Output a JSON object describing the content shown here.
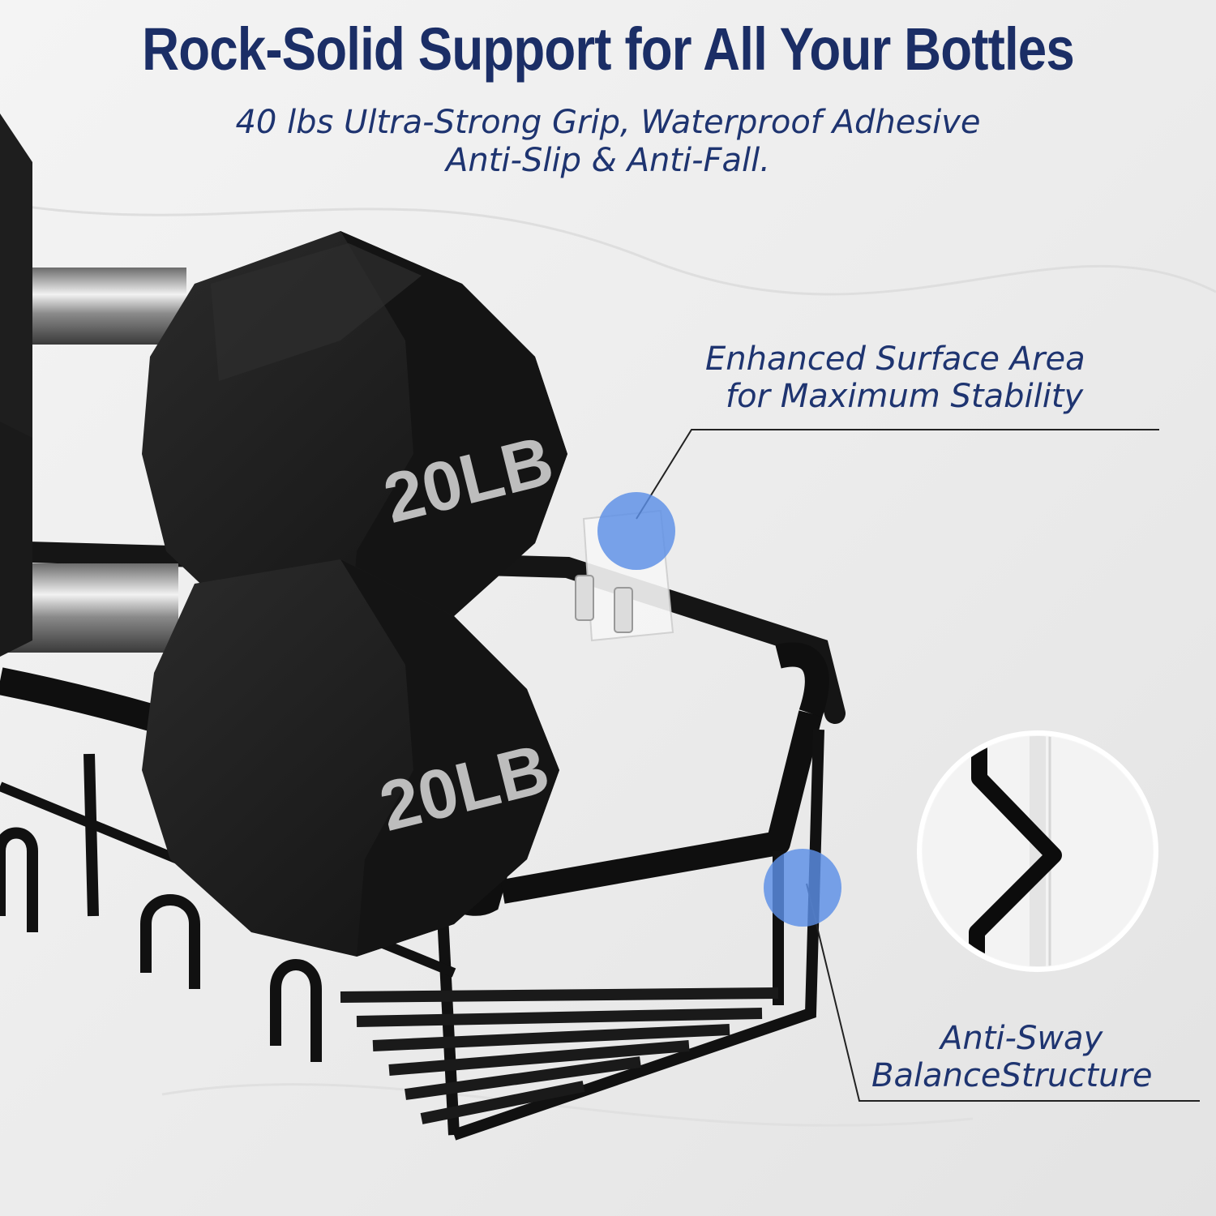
{
  "headline": "Rock-Solid Support for All Your Bottles",
  "subheadline_line1": "40 lbs Ultra-Strong Grip, Waterproof Adhesive",
  "subheadline_line2": "Anti-Slip & Anti-Fall.",
  "callouts": [
    {
      "line1": "Enhanced Surface Area",
      "line2": "for Maximum Stability"
    },
    {
      "line1": "Anti-Sway",
      "line2": "BalanceStructure"
    }
  ],
  "dumbbell_top_label": "20LB",
  "dumbbell_bottom_label": "20LB",
  "colors": {
    "headline": "#1b2e66",
    "highlight_dot": "#5b8fe6",
    "shelf": "#141414"
  }
}
